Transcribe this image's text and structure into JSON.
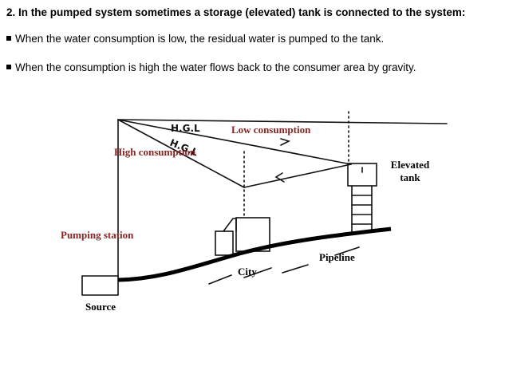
{
  "heading": "2. In the pumped system sometimes a storage (elevated) tank is connected to the system:",
  "bullets": [
    "When the water consumption is low, the residual water is pumped to the tank.",
    "When the consumption is high the water flows back to the consumer area by gravity."
  ],
  "diagram": {
    "hgl_upper": "H.G.L",
    "hgl_lower": "H.G.L",
    "low_consumption": "Low consumption",
    "high_consumption": "High consumption",
    "elevated_tank_line1": "Elevated",
    "elevated_tank_line2": "tank",
    "pumping_station": "Pumping station",
    "pipeline": "Pipeline",
    "city": "City",
    "source": "Source"
  },
  "colors": {
    "label_red": "#8b2323",
    "label_dark": "#000000"
  }
}
